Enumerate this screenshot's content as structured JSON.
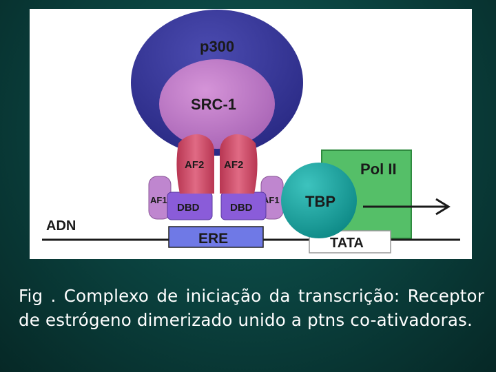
{
  "diagram": {
    "labels": {
      "p300": "p300",
      "src1": "SRC-1",
      "af2_left": "AF2",
      "af2_right": "AF2",
      "af1_left": "AF1",
      "af1_right": "AF1",
      "dbd_left": "DBD",
      "dbd_right": "DBD",
      "ere": "ERE",
      "adn": "ADN",
      "pol2": "Pol II",
      "tbp": "TBP",
      "tata": "TATA"
    },
    "colors": {
      "p300": "#33338f",
      "src1": "#c07ac6",
      "af2": "#d14a66",
      "af1": "#bf86cf",
      "dbd": "#8a5cd9",
      "ere": "#6f79e6",
      "pol2": "#55bf68",
      "tbp": "#18a4a0",
      "dna": "#1a1a1a"
    }
  },
  "caption": {
    "line1": "Fig . Complexo de iniciação da transcrição: Receptor de estrógeno dimerizado unido a ptns co-ativadoras."
  }
}
